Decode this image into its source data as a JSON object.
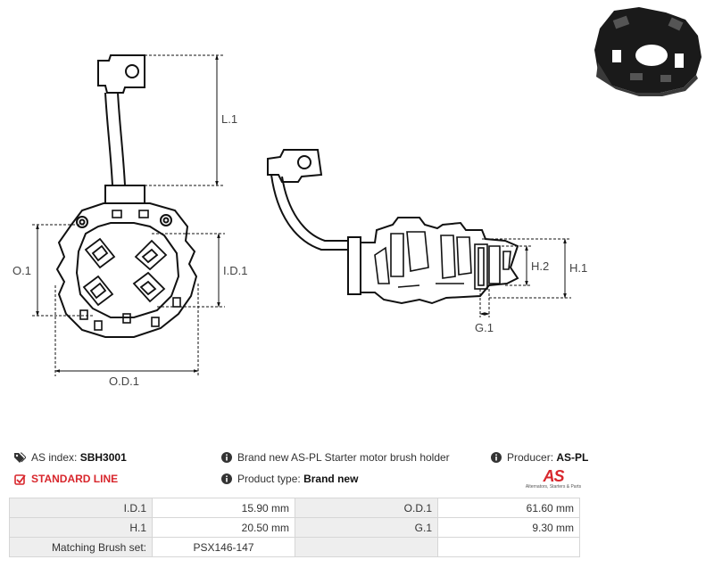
{
  "dimensions": {
    "l1": "L.1",
    "o1": "O.1",
    "id1": "I.D.1",
    "od1": "O.D.1",
    "h1": "H.1",
    "h2": "H.2",
    "g1": "G.1"
  },
  "info": {
    "as_index_label": "AS index:",
    "as_index_value": "SBH3001",
    "standard_line": "STANDARD LINE",
    "description": "Brand new AS-PL Starter motor brush holder",
    "product_type_label": "Product type:",
    "product_type_value": "Brand new",
    "producer_label": "Producer:",
    "producer_value": "AS-PL"
  },
  "logo": {
    "mark": "AS",
    "tagline": "Alternators, Starters & Parts"
  },
  "specs": [
    {
      "label_a": "I.D.1",
      "value_a": "15.90 mm",
      "label_b": "O.D.1",
      "value_b": "61.60 mm"
    },
    {
      "label_a": "H.1",
      "value_a": "20.50 mm",
      "label_b": "G.1",
      "value_b": "9.30 mm"
    },
    {
      "label_a": "Matching Brush set:",
      "value_a": "PSX146-147",
      "label_b": "",
      "value_b": ""
    }
  ],
  "colors": {
    "accent_red": "#d8262c",
    "line": "#111111",
    "table_label_bg": "#eeeeee",
    "table_border": "#d6d6d6"
  },
  "icons": {
    "as_index": "tags-icon",
    "standard_line": "checkbox-icon",
    "description": "info-icon",
    "product_type": "info-icon",
    "producer": "info-icon"
  }
}
